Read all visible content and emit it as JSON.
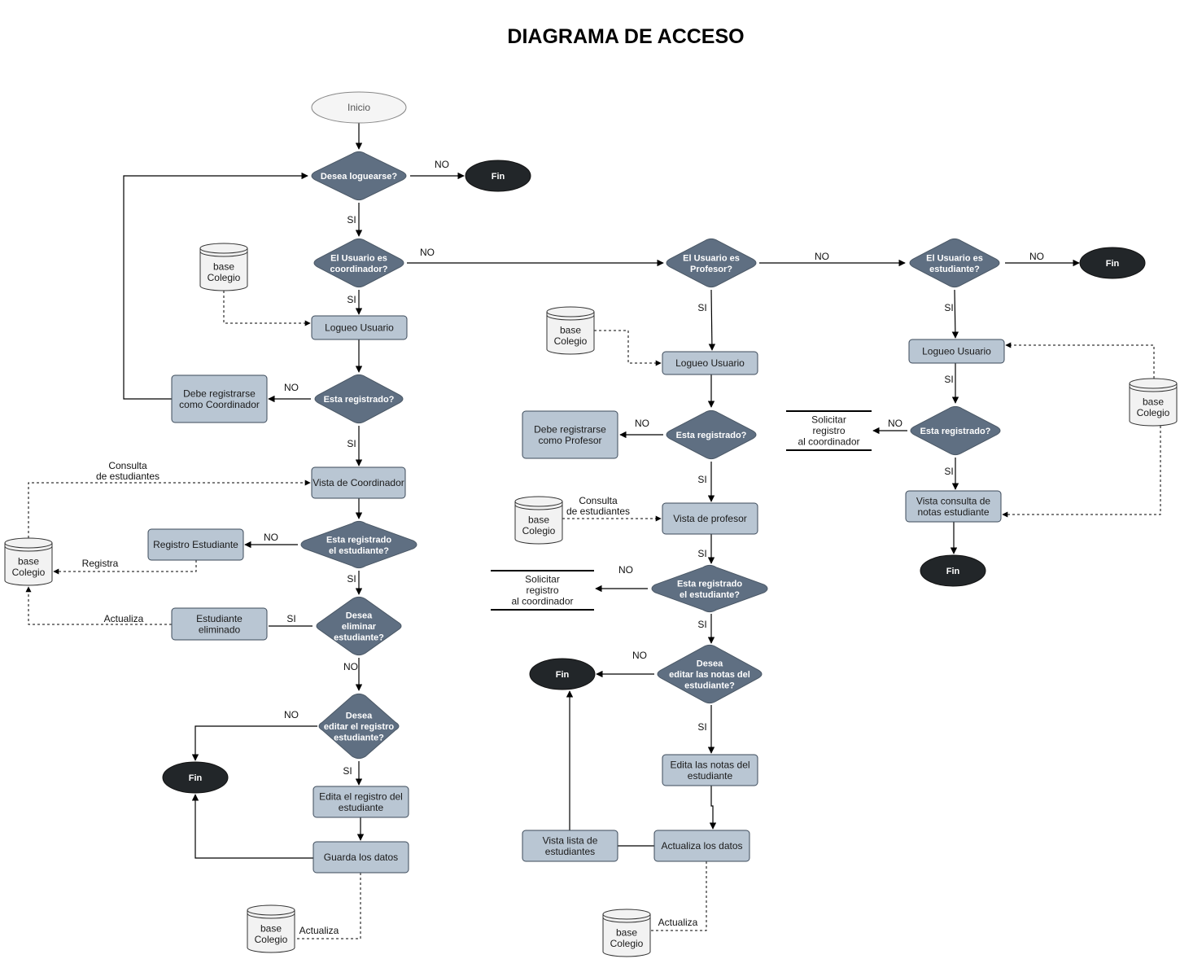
{
  "title": "DIAGRAMA DE ACCESO",
  "colors": {
    "decision": "#5f6f82",
    "process": "#b9c6d3",
    "terminal": "#222629",
    "start": "#f5f5f5",
    "db": "#f2f2f2",
    "edge": "#000000"
  },
  "nodes": {
    "inicio": "Inicio",
    "q_loguearse": [
      "Desea loguearse?"
    ],
    "fin_top": "Fin",
    "q_coordinador": [
      "El Usuario es",
      "coordinador?"
    ],
    "db_c1": [
      "base",
      "Colegio"
    ],
    "logueo_c": [
      "Logueo Usuario"
    ],
    "q_reg_c": [
      "Esta registrado?"
    ],
    "debe_reg_c": [
      "Debe registrarse",
      "como Coordinador"
    ],
    "vista_coord": [
      "Vista de Coordinador"
    ],
    "q_reg_est": [
      "Esta registrado",
      "el estudiante?"
    ],
    "registro_est": [
      "Registro Estudiante"
    ],
    "db_c2": [
      "base",
      "Colegio"
    ],
    "q_eliminar": [
      "Desea",
      "eliminar",
      "estudiante?"
    ],
    "est_eliminado": [
      "Estudiante",
      "eliminado"
    ],
    "q_editar_reg": [
      "Desea",
      "editar el registro",
      "estudiante?"
    ],
    "fin_c": "Fin",
    "edita_reg": [
      "Edita  el registro del",
      "estudiante"
    ],
    "guarda": [
      "Guarda los datos"
    ],
    "db_c3": [
      "base",
      "Colegio"
    ],
    "q_profesor": [
      "El Usuario es",
      "Profesor?"
    ],
    "db_p1": [
      "base",
      "Colegio"
    ],
    "logueo_p": [
      "Logueo Usuario"
    ],
    "q_reg_p": [
      "Esta registrado?"
    ],
    "debe_reg_p": [
      "Debe registrarse",
      "como Profesor"
    ],
    "db_p2": [
      "base",
      "Colegio"
    ],
    "vista_prof": [
      "Vista de profesor"
    ],
    "q_reg_est_p": [
      "Esta registrado",
      "el estudiante?"
    ],
    "solicitar_p": [
      "Solicitar",
      "registro",
      "al coordinador"
    ],
    "q_editar_notas": [
      "Desea",
      "editar las notas del",
      "estudiante?"
    ],
    "fin_p": "Fin",
    "edita_notas": [
      "Edita  las notas del",
      "estudiante"
    ],
    "actualiza_datos": [
      "Actualiza los datos"
    ],
    "vista_lista": [
      "Vista lista de",
      "estudiantes"
    ],
    "db_p3": [
      "base",
      "Colegio"
    ],
    "q_estudiante": [
      "El Usuario es",
      "estudiante?"
    ],
    "fin_e1": "Fin",
    "logueo_e": [
      "Logueo Usuario"
    ],
    "q_reg_e": [
      "Esta registrado?"
    ],
    "solicitar_e": [
      "Solicitar",
      "registro",
      "al coordinador"
    ],
    "db_e": [
      "base",
      "Colegio"
    ],
    "vista_notas": [
      "Vista consulta  de",
      "notas estudiante"
    ],
    "fin_e2": "Fin"
  },
  "edge_labels": {
    "no": "NO",
    "si": "SI",
    "consulta": [
      "Consulta",
      "de estudiantes"
    ],
    "registra": "Registra",
    "actualiza": "Actualiza"
  }
}
